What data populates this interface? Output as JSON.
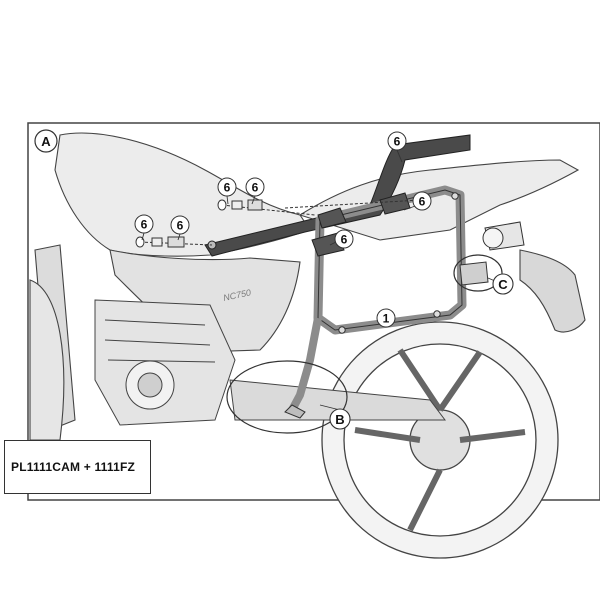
{
  "diagram": {
    "section_label": "A",
    "model_marking": "NC750",
    "part_callouts": [
      "6",
      "6",
      "6",
      "6",
      "6",
      "6",
      "6",
      "1"
    ],
    "detail_callouts": [
      "B",
      "C"
    ],
    "kit_label": "PL1111CAM + 1111FZ",
    "colors": {
      "line": "#333333",
      "shade": "#e9e9e9",
      "mid_gray": "#bdbdbd",
      "dark_gray": "#4a4a4a",
      "frame_gray": "#8c8c8c"
    }
  }
}
